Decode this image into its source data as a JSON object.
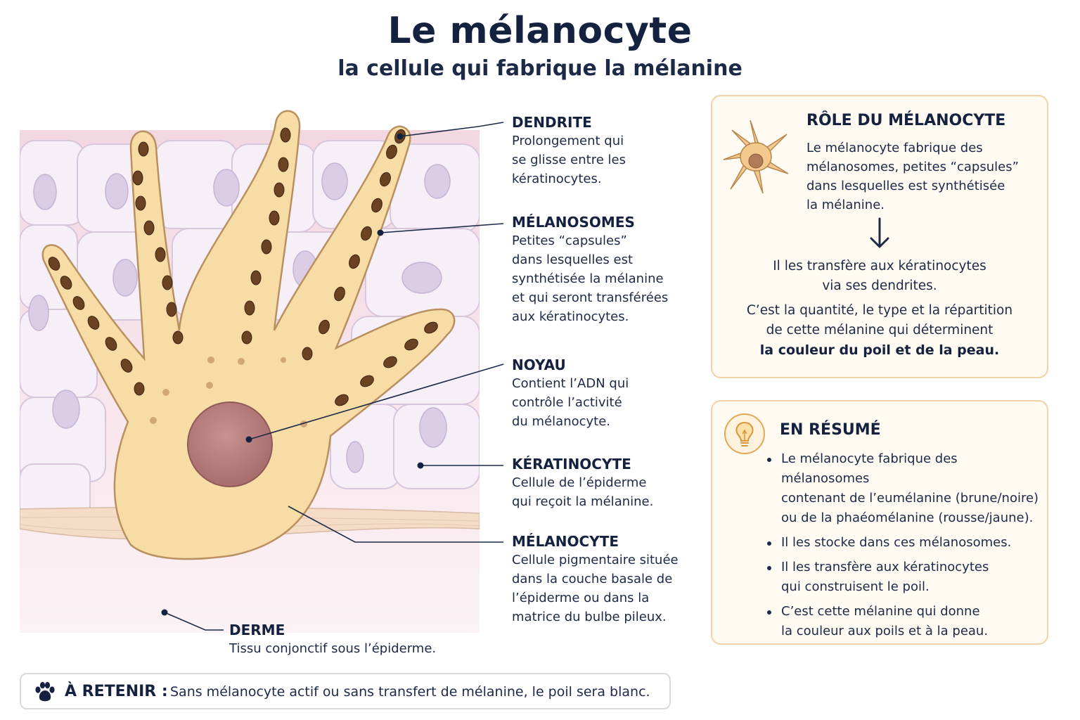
{
  "header": {
    "title": "Le mélanocyte",
    "subtitle": "la cellule qui fabrique la mélanine"
  },
  "callouts": {
    "dendrite": {
      "title": "DENDRITE",
      "text": "Prolongement qui\nse glisse entre les\nkératinocytes."
    },
    "melanosomes": {
      "title": "MÉLANOSOMES",
      "text": "Petites “capsules”\ndans lesquelles est\nsynthétisée la mélanine\net qui seront transférées\naux kératinocytes."
    },
    "noyau": {
      "title": "NOYAU",
      "text": "Contient l’ADN qui\ncontrôle l’activité\ndu mélanocyte."
    },
    "keratinocyte": {
      "title": "KÉRATINOCYTE",
      "text": "Cellule de l’épiderme\nqui reçoit la mélanine."
    },
    "melanocyte": {
      "title": "MÉLANOCYTE",
      "text": "Cellule pigmentaire située\ndans la couche basale de\nl’épiderme ou dans la\nmatrice du bulbe pileux."
    },
    "derme": {
      "title": "DERME",
      "text": "Tissu conjonctif sous l’épiderme."
    }
  },
  "role": {
    "title": "RÔLE DU MÉLANOCYTE",
    "intro": "Le mélanocyte fabrique des\nmélanosomes, petites “capsules”\ndans lesquelles est synthétisée\nla mélanine.",
    "transfer": "Il les transfère aux kératinocytes\nvia ses dendrites.",
    "quantity": "C’est la quantité, le type et la répartition\nde cette mélanine qui déterminent",
    "conclusion": "la couleur du poil et de la peau."
  },
  "summary": {
    "title": "EN RÉSUMÉ",
    "items": [
      "Le mélanocyte fabrique des mélanosomes\ncontenant de l’eumélanine (brune/noire)\nou de la phaéomélanine (rousse/jaune).",
      "Il les stocke dans ces mélanosomes.",
      "Il les transfère aux kératinocytes\nqui construisent le poil.",
      "C’est cette mélanine qui donne\nla couleur aux poils et à la peau."
    ]
  },
  "retenir": {
    "label": "À RETENIR :",
    "text": "Sans mélanocyte actif ou sans transfert de mélanine, le poil sera blanc."
  },
  "icons": {
    "role": "melanocyte-icon",
    "summary": "lightbulb-icon",
    "retenir": "paw-icon"
  },
  "colors": {
    "title": "#14213f",
    "cell": "#f7dca5",
    "cell_outline": "#b99060",
    "melanosome": "#6b4222",
    "nucleus": "#b57e7c",
    "keratinocyte": "#f5eef7",
    "derme": "#f6e2ea",
    "card_border": "#f1d2a4"
  }
}
